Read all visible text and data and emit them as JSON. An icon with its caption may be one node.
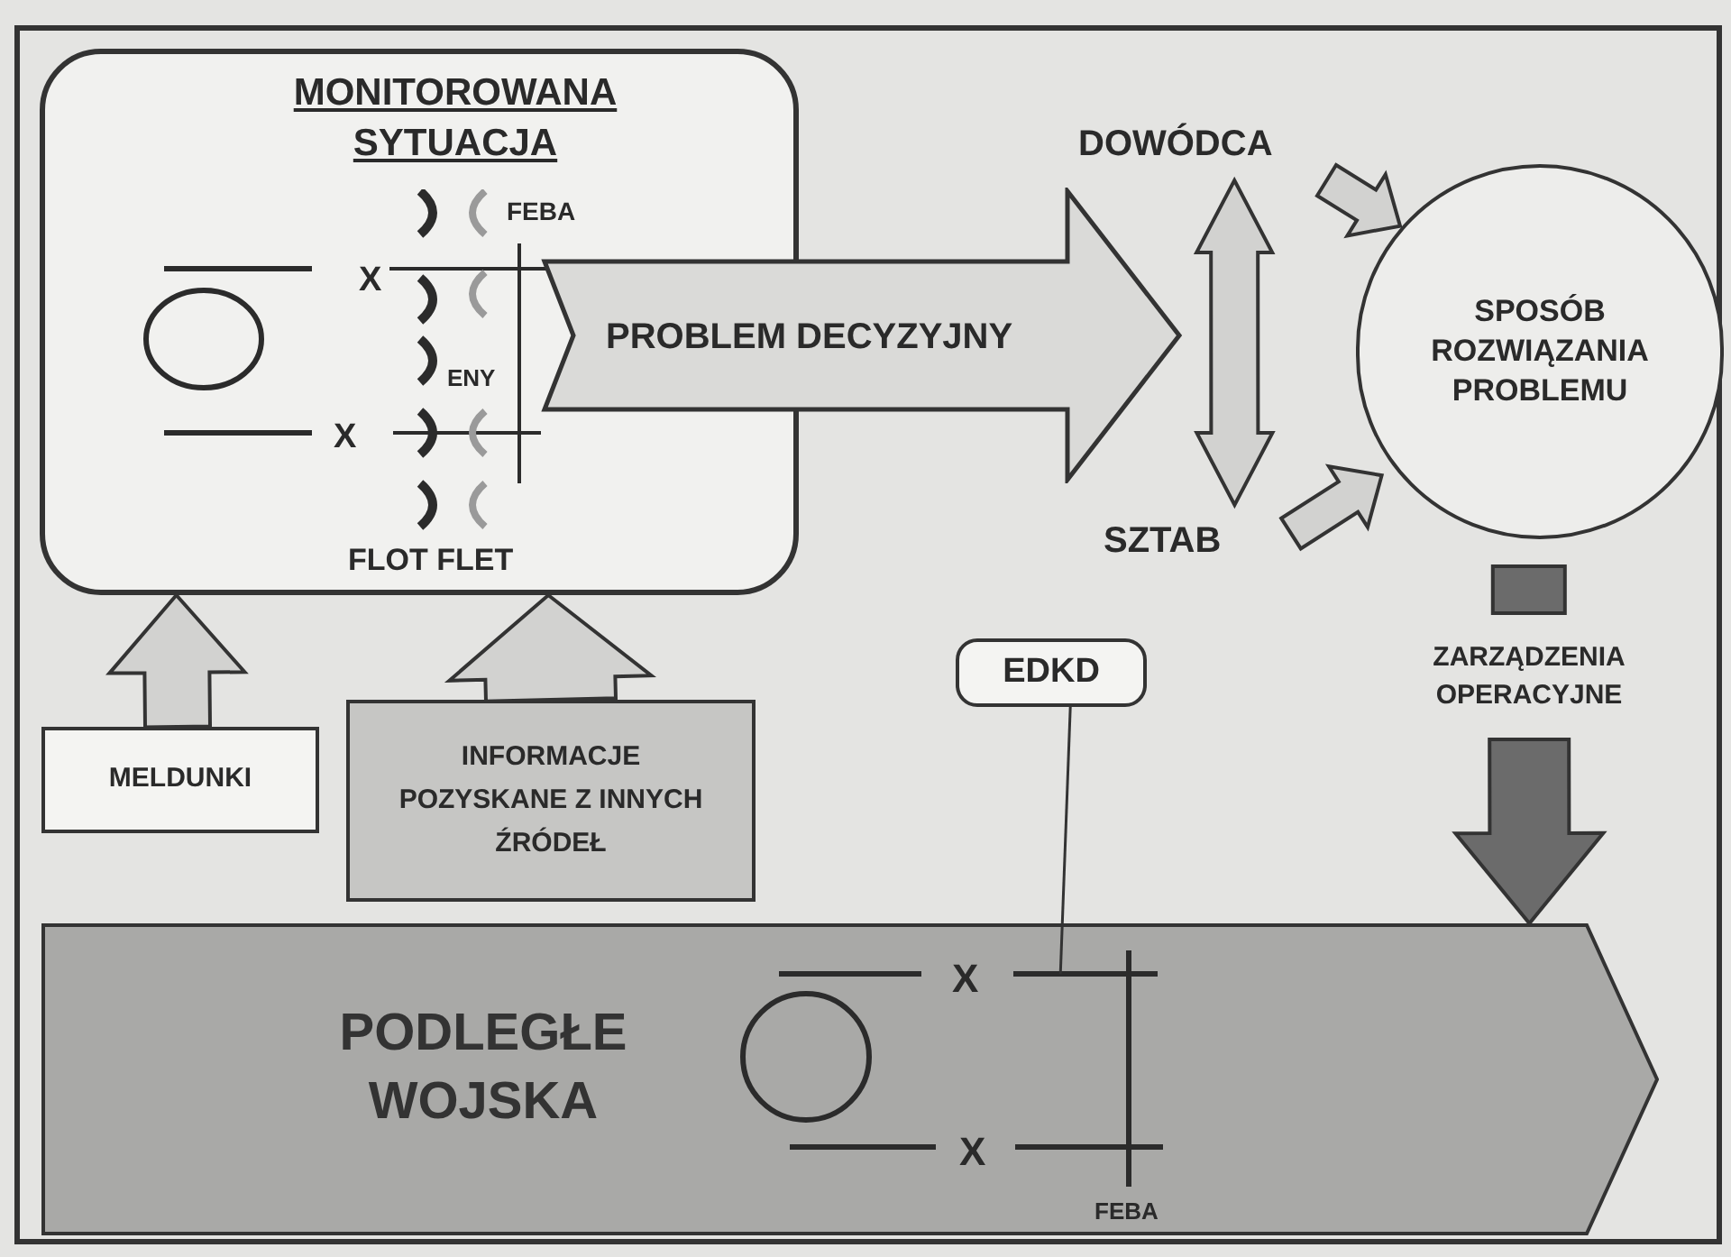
{
  "diagram": {
    "nodes": [
      {
        "text": [
          "MONITOROWANA SYTUACJA",
          "FEBA",
          "X",
          "ENY",
          "X",
          "FLOT FLET"
        ]
      },
      {
        "text": [
          "PROBLEM DECYZYJNY"
        ]
      },
      {
        "text": [
          "DOWÓDCA"
        ]
      },
      {
        "text": [
          "SZTAB"
        ]
      },
      {
        "text": [
          "SPOSÓB ROZWIĄZANIA PROBLEMU"
        ]
      },
      {
        "text": [
          "MELDUNKI"
        ]
      },
      {
        "text": [
          "INFORMACJE POZYSKANE Z INNYCH ŹRÓDEŁ"
        ]
      },
      {
        "text": [
          "EDKD"
        ]
      },
      {
        "text": [
          "PODLEGŁE WOJSKA",
          "X",
          "X",
          "FEBA"
        ]
      }
    ],
    "edges": [
      {
        "from": 2,
        "to": 3,
        "arrow": "both",
        "style": "thick"
      },
      {
        "from": 2,
        "to": 4,
        "arrow": "to",
        "style": "thick"
      },
      {
        "from": 3,
        "to": 4,
        "arrow": "to",
        "style": "thick"
      },
      {
        "from": 5,
        "to": 0,
        "arrow": "to",
        "style": "thick"
      },
      {
        "from": 6,
        "to": 0,
        "arrow": "to",
        "style": "thick"
      },
      {
        "from": 4,
        "to": 8,
        "arrow": "to",
        "style": "thick",
        "color": "#6b6b6b",
        "label": "ZARZĄDZENIA OPERACYJNE"
      },
      {
        "from": 7,
        "to": 8,
        "arrow": "none"
      }
    ]
  }
}
